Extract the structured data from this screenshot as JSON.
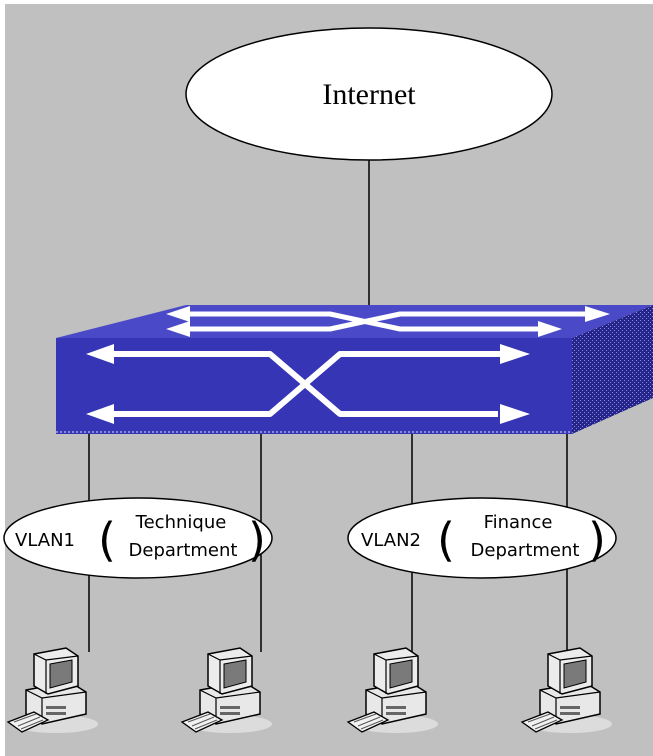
{
  "colors": {
    "background": "#c0c0c0",
    "switch_top": "#4a4ac8",
    "switch_front": "#3333b3",
    "switch_side": "#24248a",
    "arrow": "#ffffff",
    "ellipse_fill": "#ffffff",
    "line": "#000000"
  },
  "internet": {
    "label": "Internet"
  },
  "switch": {
    "icon": "network-switch-icon"
  },
  "vlans": [
    {
      "name": "VLAN1",
      "dept_line1": "Technique",
      "dept_line2": "Department"
    },
    {
      "name": "VLAN2",
      "dept_line1": "Finance",
      "dept_line2": "Department"
    }
  ],
  "computers": [
    {
      "icon": "desktop-computer-icon"
    },
    {
      "icon": "desktop-computer-icon"
    },
    {
      "icon": "desktop-computer-icon"
    },
    {
      "icon": "desktop-computer-icon"
    }
  ]
}
